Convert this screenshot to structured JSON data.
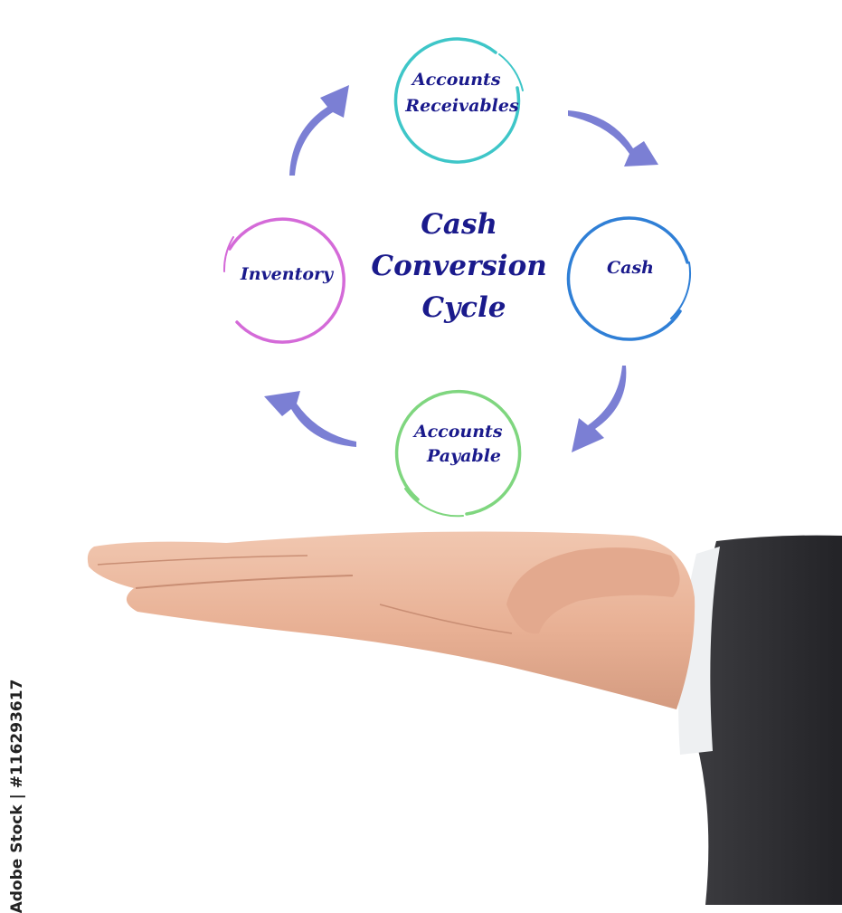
{
  "diagram": {
    "title_lines": [
      "Cash",
      "Conversion",
      "Cycle"
    ],
    "nodes": [
      {
        "id": "receivables",
        "lines": [
          "Accounts",
          "Receivables"
        ],
        "color": "#3ec6c8"
      },
      {
        "id": "cash",
        "lines": [
          "Cash"
        ],
        "color": "#2f7fd6"
      },
      {
        "id": "payable",
        "lines": [
          "Accounts",
          "Payable"
        ],
        "color": "#7fd67f"
      },
      {
        "id": "inventory",
        "lines": [
          "Inventory"
        ],
        "color": "#d46ad8"
      }
    ],
    "arrow_color": "#7b7fd4",
    "text_color": "#1a1a8c"
  },
  "watermark": {
    "text": "Adobe Stock | #116293617"
  }
}
